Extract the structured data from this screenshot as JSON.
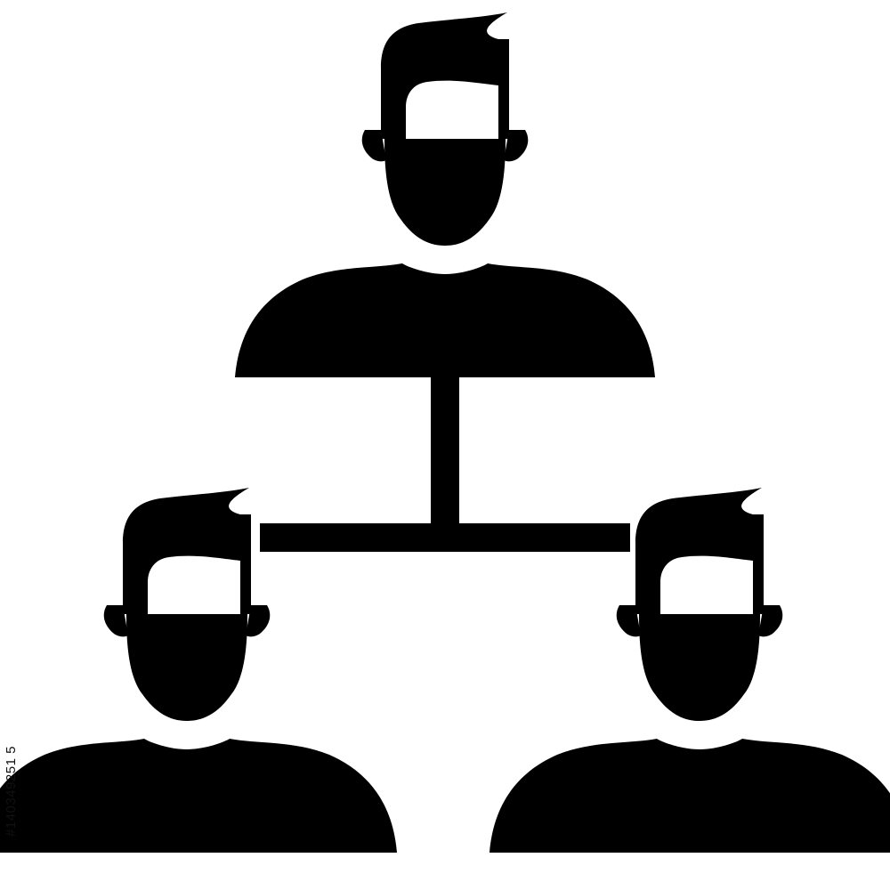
{
  "icon": {
    "name": "team-hierarchy-icon",
    "fill_color": "#000000",
    "background_color": "#ffffff",
    "figures": [
      {
        "role": "top",
        "icon": "person-icon"
      },
      {
        "role": "bottom-left",
        "icon": "person-icon"
      },
      {
        "role": "bottom-right",
        "icon": "person-icon"
      }
    ]
  },
  "watermark": {
    "id_text": "#140349251 5"
  }
}
